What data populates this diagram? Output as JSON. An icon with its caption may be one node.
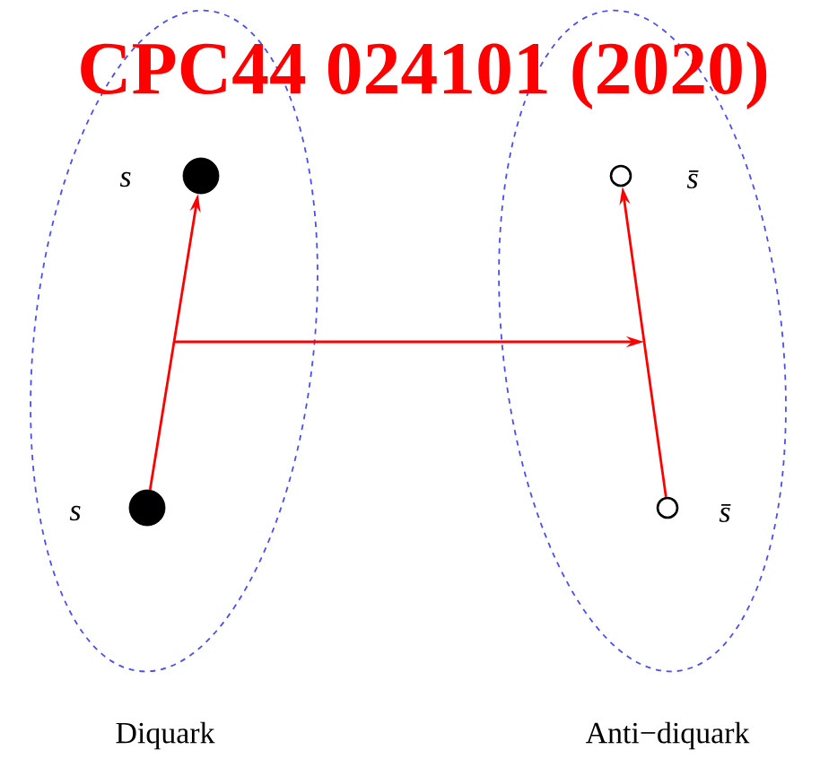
{
  "diagram": {
    "title": "CPC44 024101 (2020)",
    "nodes": [
      {
        "text": [
          "Diquark"
        ]
      },
      {
        "text": [],
        "shape": "circle",
        "in": 0,
        "beside": [
          "s"
        ]
      },
      {
        "text": [],
        "shape": "circle",
        "in": 0,
        "beside": [
          "s"
        ]
      },
      {
        "text": [
          "Anti−diquark"
        ]
      },
      {
        "text": [],
        "shape": "circle",
        "in": 3,
        "beside": [
          "s̄"
        ]
      },
      {
        "text": [],
        "shape": "circle",
        "in": 3,
        "beside": [
          "s̄"
        ]
      }
    ],
    "edges": [
      {
        "from": 2,
        "to": 1,
        "arrow": "to"
      },
      {
        "from": 5,
        "to": 4,
        "arrow": "to"
      }
    ]
  }
}
